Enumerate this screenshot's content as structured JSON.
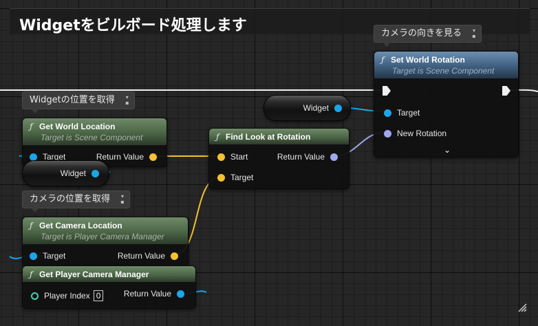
{
  "comment": {
    "title": "Widgetをビルボード処理します"
  },
  "bubbles": {
    "camera_direction": "カメラの向きを見る",
    "widget_position": "Widgetの位置を取得",
    "camera_position": "カメラの位置を取得"
  },
  "nodes": {
    "set_world_rotation": {
      "title": "Set World Rotation",
      "subtitle": "Target is Scene Component",
      "pins": {
        "target": "Target",
        "new_rotation": "New Rotation"
      }
    },
    "get_world_location": {
      "title": "Get World Location",
      "subtitle": "Target is Scene Component",
      "pins": {
        "target": "Target",
        "return_value": "Return Value"
      }
    },
    "find_look_at_rotation": {
      "title": "Find Look at Rotation",
      "pins": {
        "start": "Start",
        "target": "Target",
        "return_value": "Return Value"
      }
    },
    "get_camera_location": {
      "title": "Get Camera Location",
      "subtitle": "Target is Player Camera Manager",
      "pins": {
        "target": "Target",
        "return_value": "Return Value"
      }
    },
    "get_player_camera_manager": {
      "title": "Get Player Camera Manager",
      "pins": {
        "player_index": "Player Index",
        "player_index_value": "0",
        "return_value": "Return Value"
      }
    }
  },
  "variables": {
    "widget_top": "Widget",
    "widget_left": "Widget"
  },
  "colors": {
    "object_pin": "#1aa6e8",
    "vector_pin": "#f2c230",
    "rotator_pin": "#9fa7ee",
    "int_pin": "#40d3b6",
    "exec_wire": "#f0f0f0",
    "function_header_pure": "#4b6546",
    "function_header_impure": "#3f5f7f"
  },
  "icons": {
    "function": "function-icon",
    "pin_toggle": "pin-icon",
    "expand": "chevron-down-icon",
    "resize": "resize-grip-icon"
  }
}
